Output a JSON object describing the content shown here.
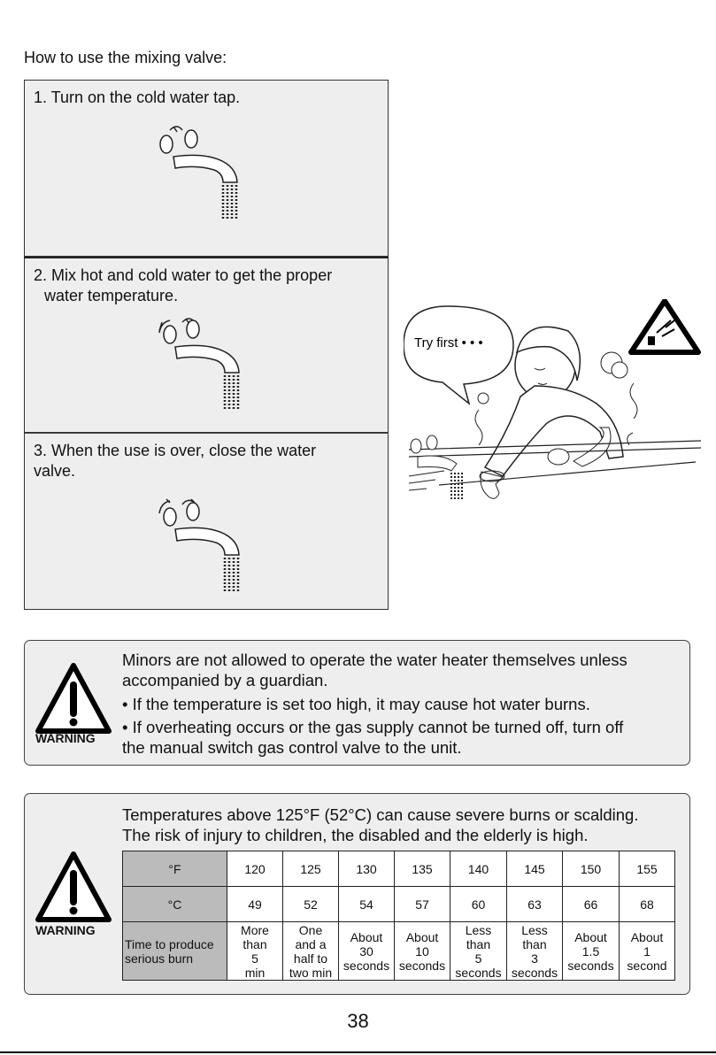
{
  "intro": "How to use the mixing valve:",
  "steps": [
    {
      "text": "1. Turn on the cold water tap."
    },
    {
      "text_line1": "2. Mix hot and cold water to get the proper",
      "text_line2": "water temperature."
    },
    {
      "text_line1": "3. When the use is over, close the water",
      "text_line2": "valve."
    }
  ],
  "scene": {
    "bubble": "Try first • • •"
  },
  "warning1": {
    "label": "WARNING",
    "line1": "Minors are not allowed to operate the water heater themselves unless",
    "line2": "accompanied by a guardian.",
    "bullet1": "• If the temperature is set too high, it may cause hot water burns.",
    "bullet2_line1": "• If overheating occurs or the gas supply cannot be turned off, turn off",
    "bullet2_line2": "the manual switch gas  control valve to the unit."
  },
  "warning2": {
    "label": "WARNING",
    "line1": "Temperatures above 125°F (52°C) can cause severe burns or scalding.",
    "line2": "The risk of injury to children, the disabled and the elderly is high.",
    "table": {
      "fahrenheit_label": "°F",
      "celsius_label": "°C",
      "time_label": "Time to produce serious burn",
      "fahrenheit": [
        "120",
        "125",
        "130",
        "135",
        "140",
        "145",
        "150",
        "155"
      ],
      "celsius": [
        "49",
        "52",
        "54",
        "57",
        "60",
        "63",
        "66",
        "68"
      ],
      "time": [
        [
          "More",
          "than",
          "5",
          "min"
        ],
        [
          "One",
          "and a",
          "half to",
          "two min"
        ],
        [
          "About",
          "30",
          "seconds"
        ],
        [
          "About",
          "10",
          "seconds"
        ],
        [
          "Less",
          "than",
          "5",
          "seconds"
        ],
        [
          "Less",
          "than",
          "3",
          "seconds"
        ],
        [
          "About",
          "1.5",
          "seconds"
        ],
        [
          "About",
          "1",
          "second"
        ]
      ]
    }
  },
  "page_number": "38",
  "icons": {
    "faucet": "faucet-icon",
    "warning": "warning-triangle-icon",
    "hot_surface": "hot-water-warning-icon"
  }
}
